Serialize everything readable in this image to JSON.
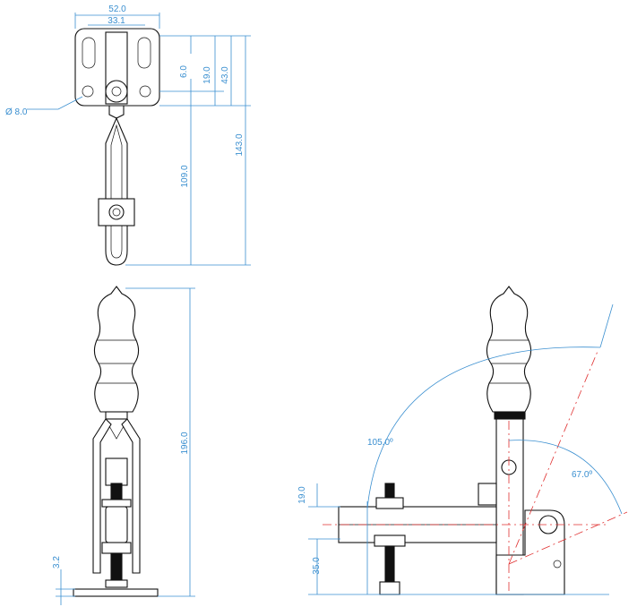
{
  "dimensions": {
    "width_overall": "52.0",
    "width_holes": "33.1",
    "hole_spacing": "6.0",
    "slot_length": "19.0",
    "base_height": "43.0",
    "total_length": "143.0",
    "handle_length": "109.0",
    "hole_diameter": "Ø 8.0",
    "height_total": "196.0",
    "base_thickness": "3.2",
    "spindle_height": "19.0",
    "bar_height": "35.0",
    "open_angle": "105.0º",
    "handle_angle": "67.0º"
  },
  "colors": {
    "dimension": "#3a8fd0",
    "centerline": "#e03030",
    "outline": "#111111"
  }
}
